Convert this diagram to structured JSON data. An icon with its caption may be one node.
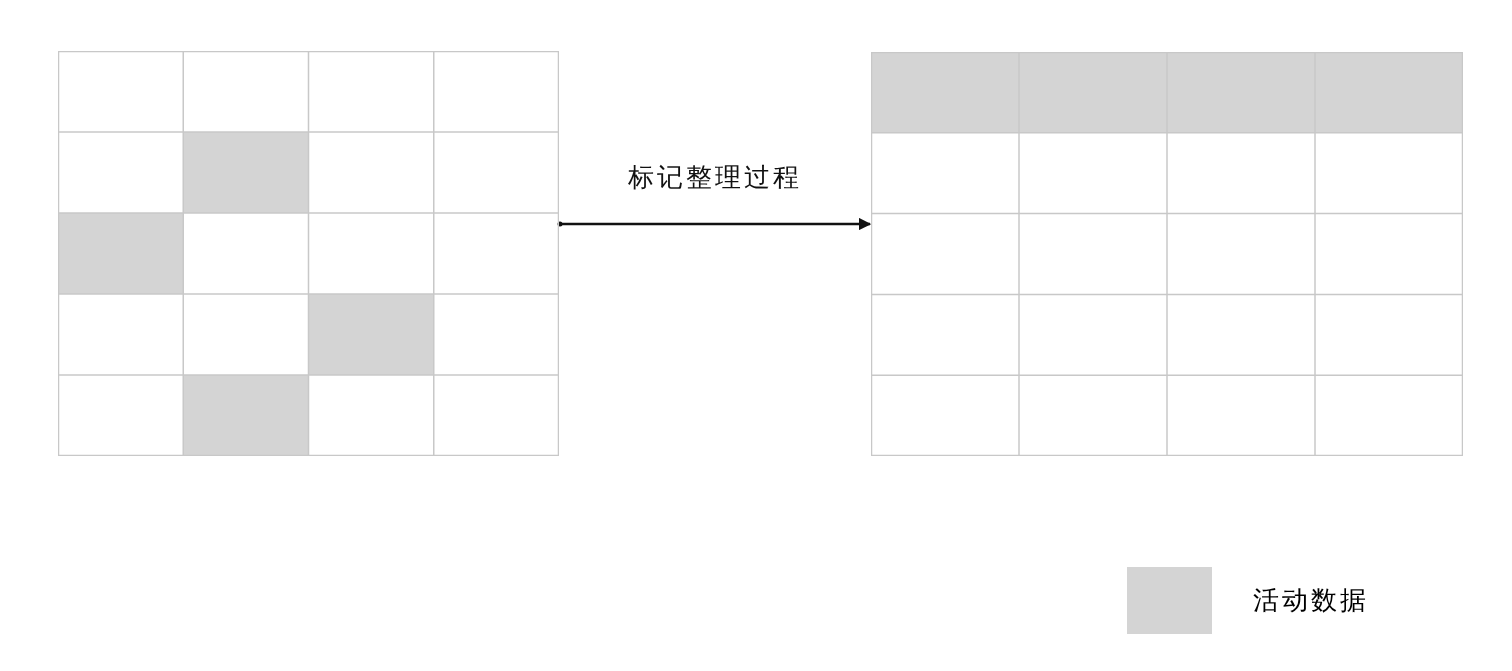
{
  "diagram": {
    "nodes": [
      {
        "text": [],
        "shape": "box"
      },
      {
        "text": [],
        "shape": "box"
      }
    ],
    "edges": [
      {
        "from": 0,
        "to": 1,
        "arrow": "to",
        "label": "标记整理过程"
      }
    ],
    "legend": [
      {
        "text": "活动数据",
        "color": "#d4d4d4"
      }
    ]
  }
}
